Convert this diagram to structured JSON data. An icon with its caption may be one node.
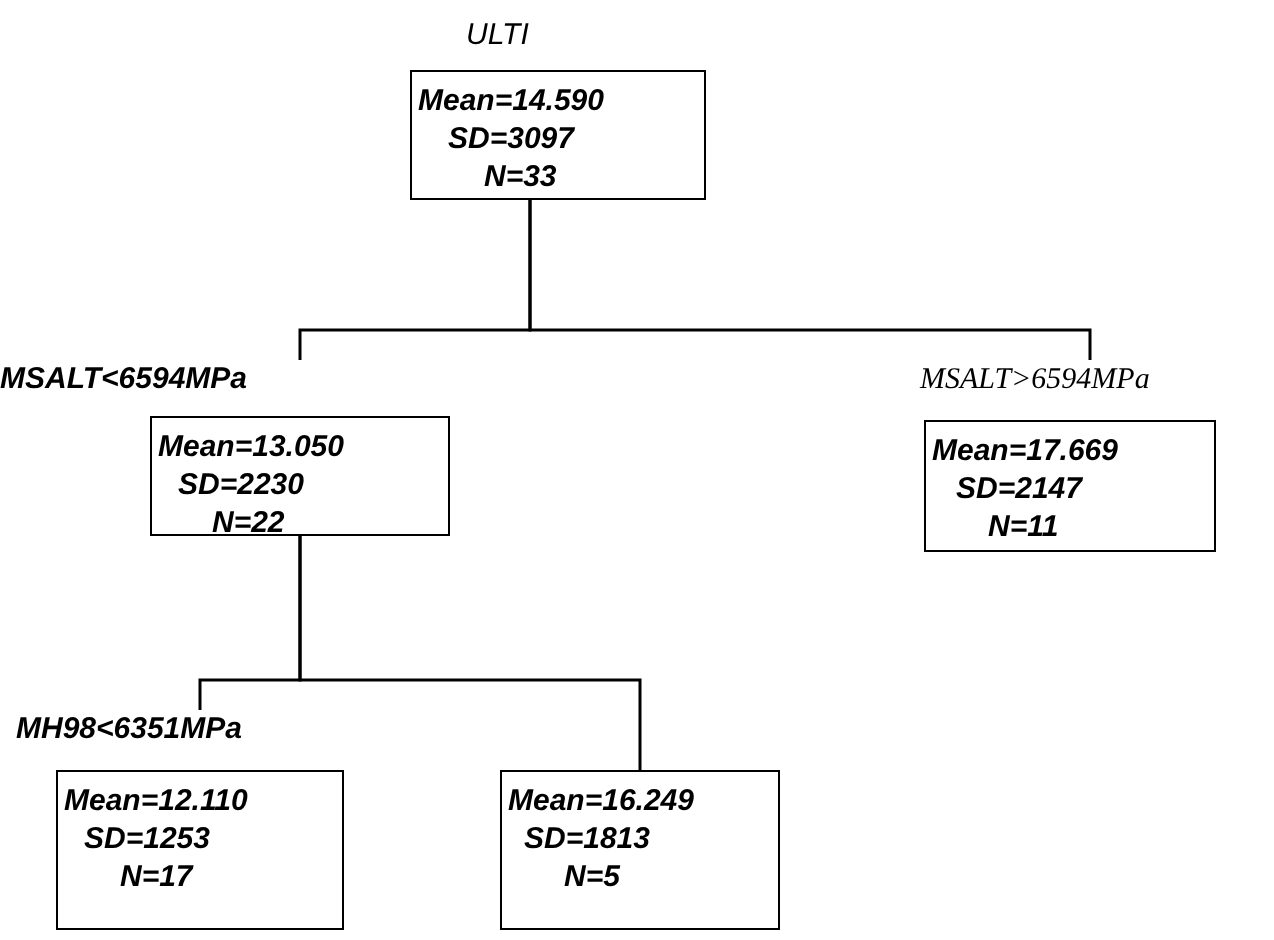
{
  "diagram": {
    "nodes": [
      {
        "text": [
          "ULTI",
          "Mean=14.590",
          "SD=3097",
          "N=33"
        ]
      },
      {
        "text": [
          "MSALT<6594MPa",
          "Mean=13.050",
          "SD=2230",
          "N=22"
        ]
      },
      {
        "text": [
          "MSALT>6594MPa",
          "Mean=17.669",
          "SD=2147",
          "N=11"
        ]
      },
      {
        "text": [
          "MH98<6351MPa",
          "Mean=12.110",
          "SD=1253",
          "N=17"
        ]
      },
      {
        "text": [
          "Mean=16.249",
          "SD=1813",
          "N=5"
        ]
      }
    ],
    "edges": [
      {
        "from": 0,
        "to": 1,
        "arrow": "none"
      },
      {
        "from": 0,
        "to": 2,
        "arrow": "none"
      },
      {
        "from": 1,
        "to": 3,
        "arrow": "none"
      },
      {
        "from": 1,
        "to": 4,
        "arrow": "none"
      }
    ]
  }
}
